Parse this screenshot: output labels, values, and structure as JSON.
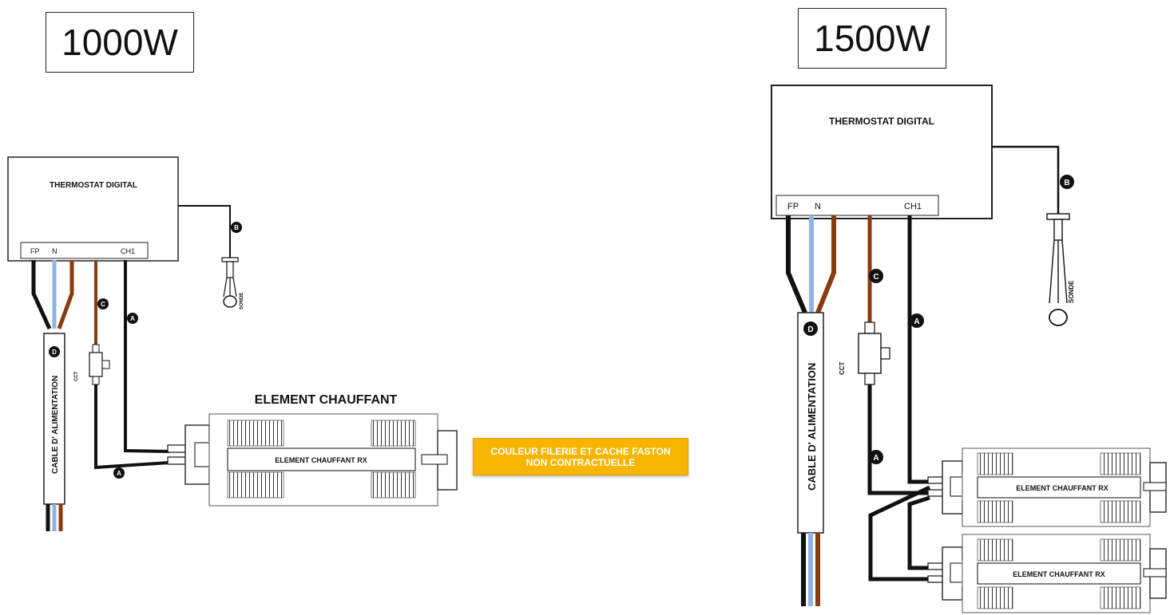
{
  "left": {
    "title": "1000W",
    "thermostat_label": "THERMOSTAT DIGITAL",
    "terminals": {
      "fp": "FP",
      "n": "N",
      "ch1": "CH1"
    },
    "probe_label": "SONDE",
    "cct_label": "CCT",
    "cable_label": "CABLE D'  ALIMENTATION",
    "element_heading": "ELEMENT CHAUFFANT",
    "element_label": "ELEMENT CHAUFFANT RX",
    "markers": {
      "a": "A",
      "b": "B",
      "c": "C",
      "d": "D"
    }
  },
  "right": {
    "title": "1500W",
    "thermostat_label": "THERMOSTAT DIGITAL",
    "terminals": {
      "fp": "FP",
      "n": "N",
      "ch1": "CH1"
    },
    "probe_label": "SONDE",
    "cct_label": "CCT",
    "cable_label": "CABLE D'  ALIMENTATION",
    "element_label_top": "ELEMENT CHAUFFANT RX",
    "element_label_bottom": "ELEMENT CHAUFFANT RX",
    "markers": {
      "a": "A",
      "b": "B",
      "c": "C",
      "d": "D"
    }
  },
  "note": {
    "line1": "COULEUR FILERIE ET CACHE FASTON",
    "line2": "NON CONTRACTUELLE"
  },
  "colors": {
    "wire_black": "#111111",
    "wire_blue": "#8fb4e3",
    "wire_brown": "#8b3a0f",
    "note_bg": "#f7b500",
    "outline": "#222222"
  }
}
